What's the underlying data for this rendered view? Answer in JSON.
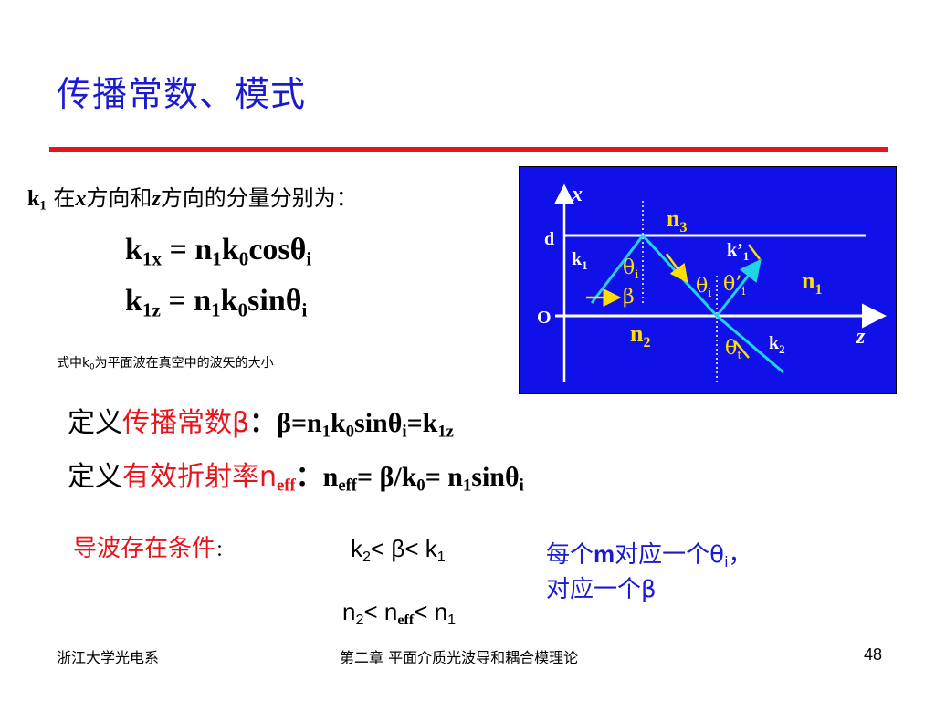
{
  "slide": {
    "title": "传播常数、模式",
    "page_number": "48"
  },
  "text": {
    "line1_k": "k",
    "line1_sub": "1",
    "line1_a": " 在",
    "line1_x": "x",
    "line1_b": "方向和",
    "line1_z": "z",
    "line1_c": "方向的分量分别为：",
    "eq1_left": "k",
    "eq1_sub": "1x",
    "eq1_mid": " = n",
    "eq1_sub2": "1",
    "eq1_k": "k",
    "eq1_sub3": "0",
    "eq1_fn": "cosθ",
    "eq1_sub4": "i",
    "eq2_left": "k",
    "eq2_sub": "1z",
    "eq2_mid": " = n",
    "eq2_sub2": "1",
    "eq2_k": "k",
    "eq2_sub3": "0",
    "eq2_fn": "sinθ",
    "eq2_sub4": "i",
    "note_a": "式中k",
    "note_sub": "0",
    "note_b": "为平面波在真空中的波矢的大小",
    "def1_a": "定义",
    "def1_red": "传播常数β",
    "def1_b": "：β=n",
    "def1_s1": "1",
    "def1_c": "k",
    "def1_s2": "0",
    "def1_d": "sinθ",
    "def1_s3": "i",
    "def1_e": "=k",
    "def1_s4": "1z",
    "def2_a": "定义",
    "def2_red": "有效折射率n",
    "def2_red_sub": "eff",
    "def2_b": "：n",
    "def2_s1": "eff",
    "def2_c": "= β/k",
    "def2_s2": "0",
    "def2_d": "= n",
    "def2_s3": "1",
    "def2_e": "sinθ",
    "def2_s4": "i",
    "cond_label": "导波存在条件",
    "cond_colon": "：",
    "ineq1_a": "k",
    "ineq1_s1": "2",
    "ineq1_b": "< β< k",
    "ineq1_s2": "1",
    "ineq2_a": "n",
    "ineq2_s1": "2",
    "ineq2_b": "< n",
    "ineq2_s2": "eff",
    "ineq2_c": "< n",
    "ineq2_s3": "1",
    "side_a": "每个",
    "side_m": "m",
    "side_b": "对应一个θ",
    "side_sub": "i",
    "side_c": "，",
    "side_line2": "对应一个β"
  },
  "diagram": {
    "background": "#1010e8",
    "axis_color": "#ffffff",
    "ray_color": "#22d3e6",
    "label_color": "#ffffff",
    "n_color": "#ffe000",
    "arrow_color": "#ffe000",
    "axis_x": "x",
    "axis_z": "z",
    "label_d": "d",
    "label_O": "O",
    "label_n1": "n",
    "label_n1_sub": "1",
    "label_n2": "n",
    "label_n2_sub": "2",
    "label_n3": "n",
    "label_n3_sub": "3",
    "label_k1": "k",
    "label_k1_sub": "1",
    "label_k1p": "k’",
    "label_k1p_sub": "1",
    "label_k2": "k",
    "label_k2_sub": "2",
    "label_theta_i_top": "θ",
    "label_theta_i_top_sub": "i",
    "label_theta_i_mid": "θ",
    "label_theta_i_mid_sub": "i",
    "label_theta_ip": "θ’",
    "label_theta_ip_sub": "i",
    "label_theta_t": "θ",
    "label_theta_t_sub": "t",
    "label_beta": "β"
  },
  "footer": {
    "left": "浙江大学光电系",
    "middle": "第二章 平面介质光波导和耦合模理论"
  },
  "colors": {
    "title": "#1a1ad0",
    "rule": "#e8141c",
    "highlight_red": "#e8141c",
    "highlight_blue": "#1a1ad0"
  }
}
